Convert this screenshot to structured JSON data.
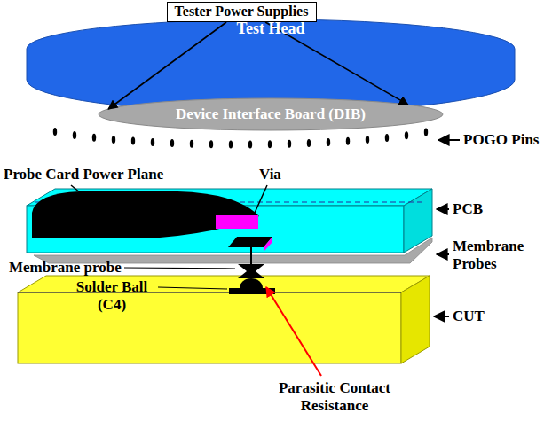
{
  "diagram": {
    "nodes": [
      {
        "text": [
          "Tester Power Supplies"
        ]
      },
      {
        "text": [
          "Test Head"
        ]
      },
      {
        "text": [
          "Device Interface Board (DIB)"
        ],
        "in": 1
      }
    ],
    "edges": [
      {
        "from": 0,
        "to": 2,
        "arrow": "to"
      },
      {
        "from": 0,
        "to": 2,
        "arrow": "to"
      }
    ],
    "labels": [
      "POGO Pins",
      "Probe Card Power Plane",
      "Via",
      "PCB",
      "Membrane Probes",
      "Membrane probe",
      "Solder Ball (C4)",
      "CUT",
      "Parasitic Contact Resistance"
    ]
  }
}
